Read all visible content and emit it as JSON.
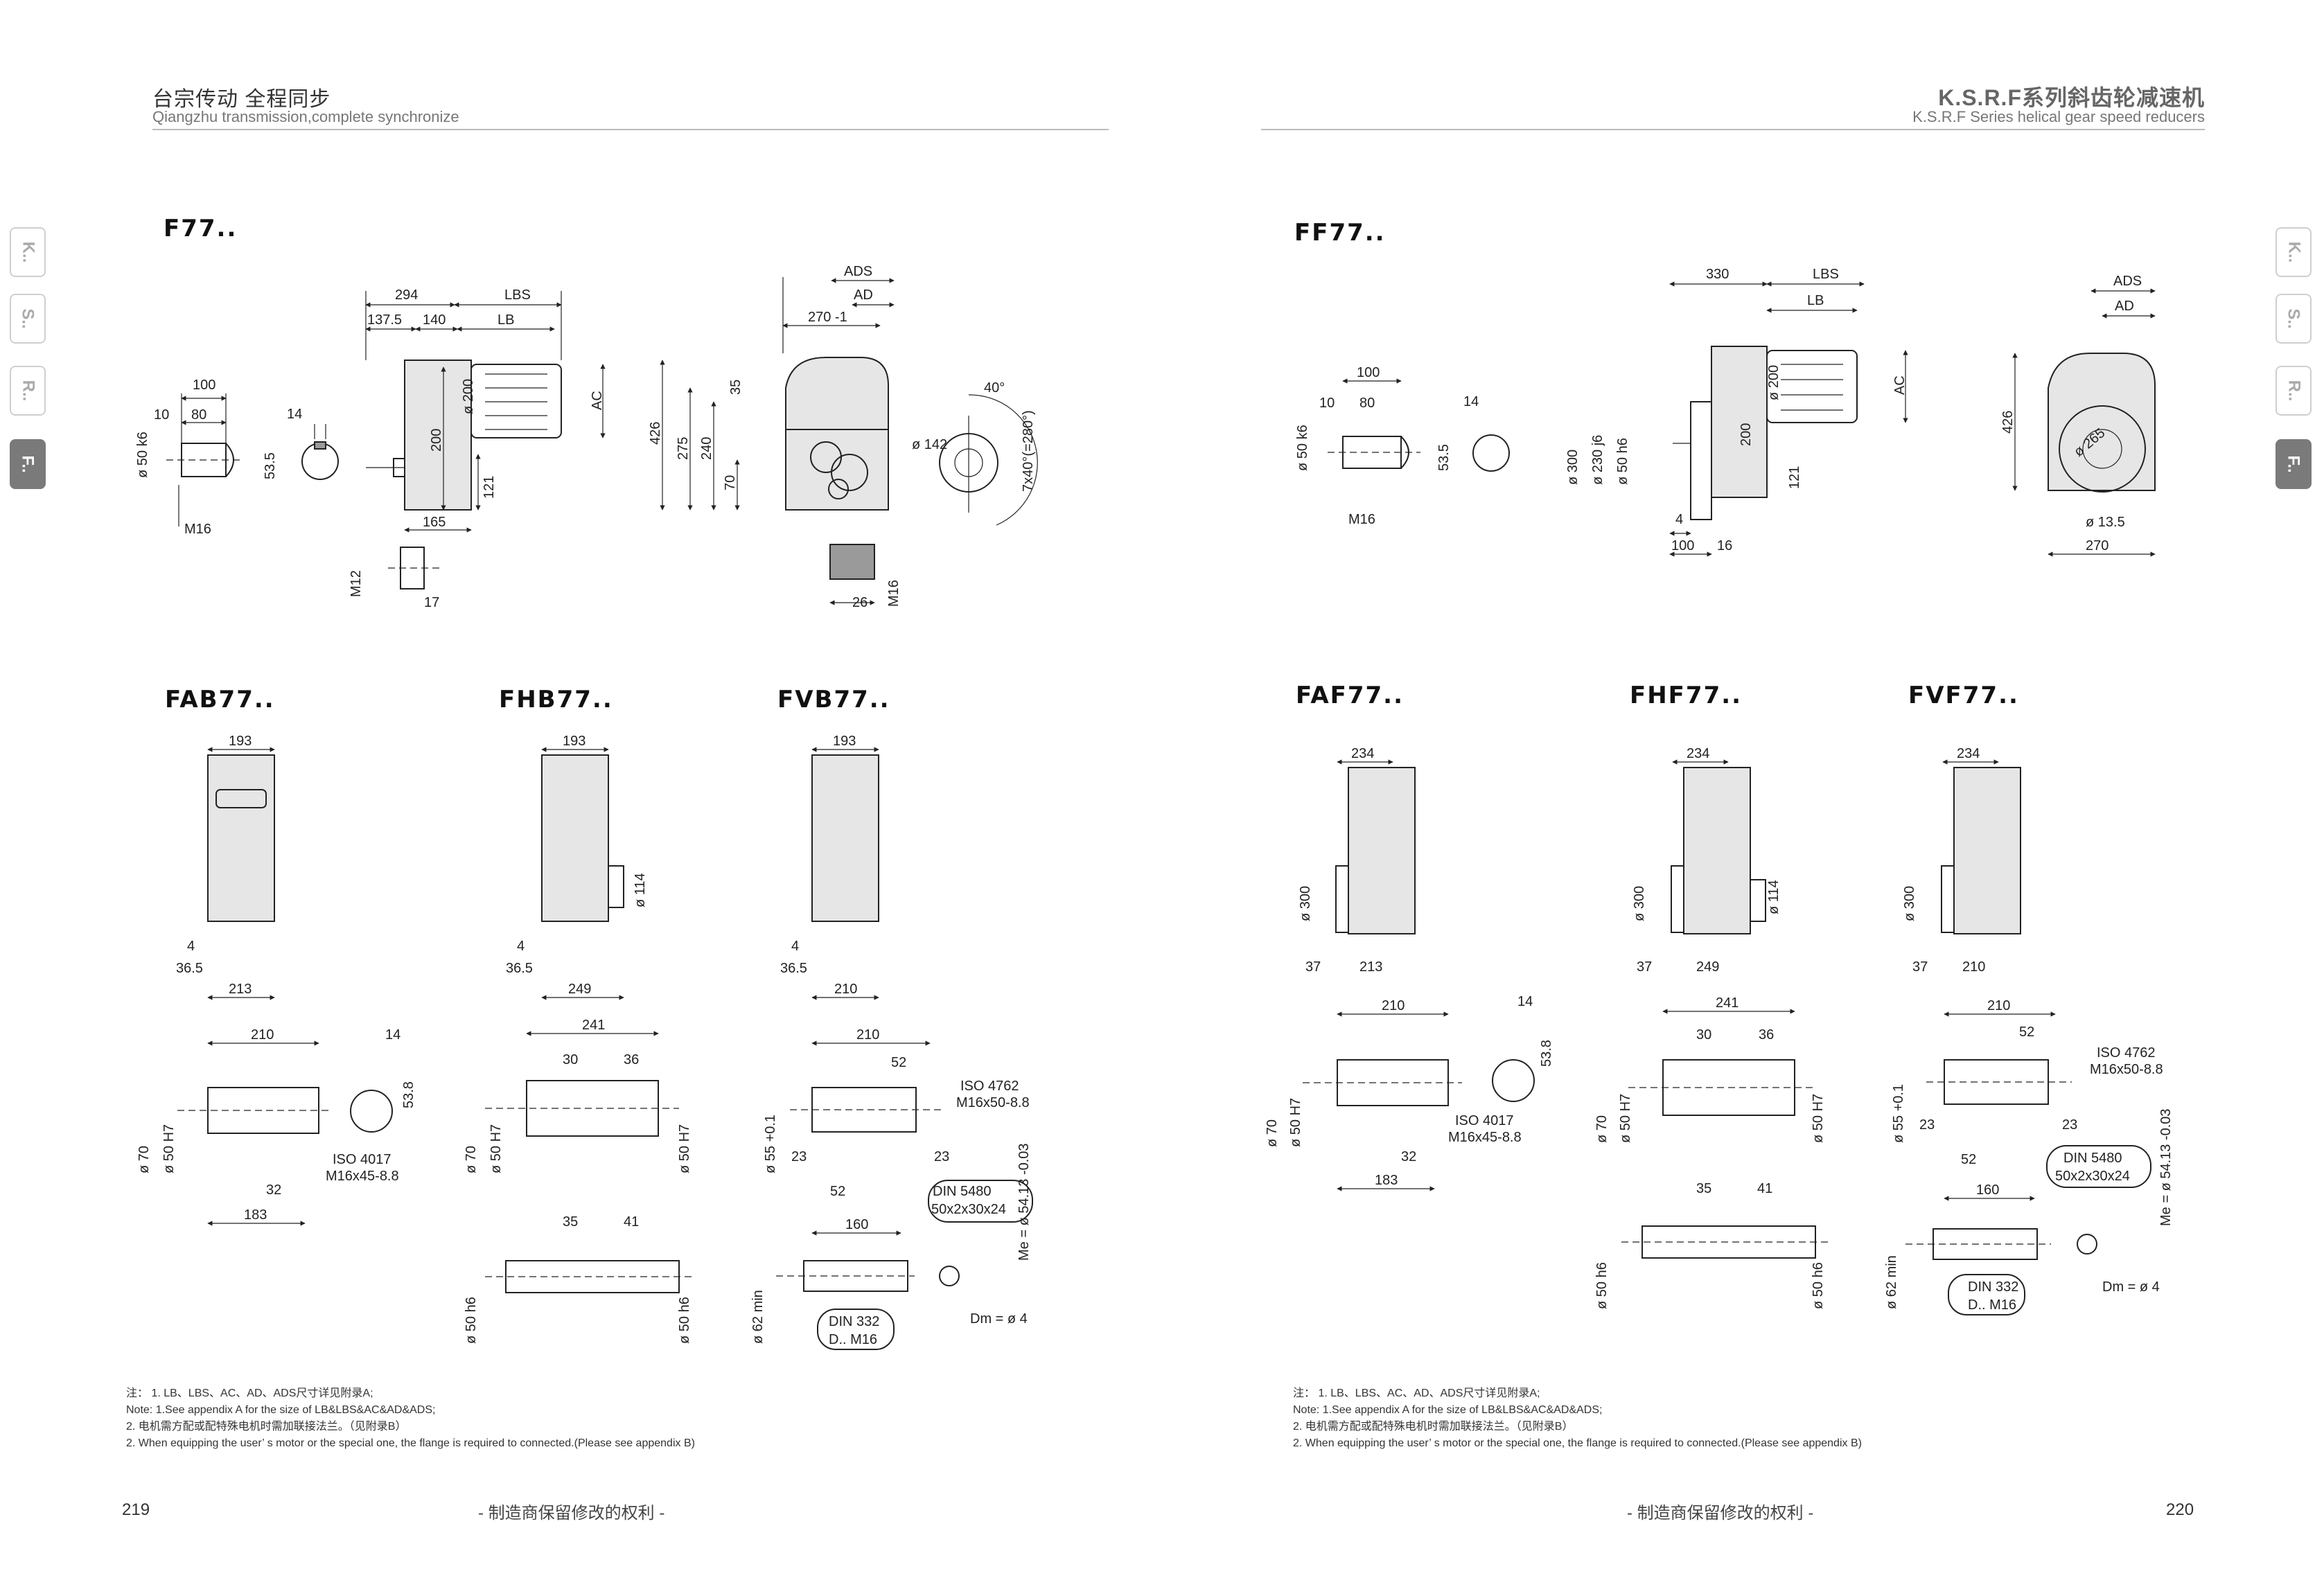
{
  "header": {
    "left_cn": "台宗传动  全程同步",
    "left_en": "Qiangzhu transmission,complete synchronize",
    "right_cn": "K.S.R.F系列斜齿轮减速机",
    "right_en": "K.S.R.F Series helical gear speed reducers"
  },
  "side_tabs": [
    {
      "label": "K..",
      "active": false
    },
    {
      "label": "S..",
      "active": false
    },
    {
      "label": "R..",
      "active": false
    },
    {
      "label": "F..",
      "active": true
    }
  ],
  "models": {
    "f77": "F77..",
    "ff77": "FF77..",
    "fab77": "FAB77..",
    "fhb77": "FHB77..",
    "fvb77": "FVB77..",
    "faf77": "FAF77..",
    "fhf77": "FHF77..",
    "fvf77": "FVF77.."
  },
  "dims": {
    "d294": "294",
    "d137_5": "137.5",
    "d140": "140",
    "lbs": "LBS",
    "lb": "LB",
    "ac": "AC",
    "ads": "ADS",
    "ad": "AD",
    "d100": "100",
    "d10": "10",
    "d80": "80",
    "d14": "14",
    "d53_5": "53.5",
    "d50k6": "ø 50 k6",
    "m16": "M16",
    "d200": "200",
    "d200phi": "ø 200",
    "d121": "121",
    "d165": "165",
    "m12": "M12",
    "d17": "17",
    "d270_1": "270 -1",
    "d426": "426",
    "d275": "275",
    "d240": "240",
    "d70": "70",
    "d35": "35",
    "d26": "26",
    "d142": "ø 142",
    "d40": "40°",
    "d7x40": "7x40°(=280°)",
    "d330": "330",
    "d300": "ø 300",
    "d230": "ø 230 j6",
    "d50h6": "ø 50 h6",
    "d4": "4",
    "d16": "16",
    "d265": "ø 265",
    "d13_5": "ø 13.5",
    "d270": "270",
    "d193": "193",
    "d234": "234",
    "d36_5": "36.5",
    "d37": "37",
    "d213": "213",
    "d249": "249",
    "d210": "210",
    "d114": "ø 114",
    "d241": "241",
    "d30": "30",
    "d36": "36",
    "d41": "41",
    "d52": "52",
    "d23": "23",
    "d160": "160",
    "d183": "183",
    "d32": "32",
    "d53_8": "53.8",
    "d70phi": "ø 70",
    "d50H7": "ø 50 H7",
    "d55": "ø 55 +0.1",
    "d62": "ø 62 min",
    "me": "Me = ø 54.13 -0.03",
    "dm": "Dm = ø 4",
    "iso4017": "ISO 4017",
    "iso4017b": "M16x45-8.8",
    "iso4762": "ISO 4762",
    "iso4762b": "M16x50-8.8",
    "din5480": "DIN 5480",
    "din5480b": "50x2x30x24",
    "din332": "DIN 332",
    "din332b": "D.. M16"
  },
  "notes": [
    "注：   1. LB、LBS、AC、AD、ADS尺寸详见附录A;",
    "Note: 1.See appendix A for the size of LB&LBS&AC&AD&ADS;",
    "          2. 电机需方配或配特殊电机时需加联接法兰。（见附录B）",
    "          2. When equipping the user’ s motor or the special one, the flange is required to connected.(Please see appendix B)"
  ],
  "footer": {
    "left_page": "219",
    "right_page": "220",
    "rights": "- 制造商保留修改的权利 -"
  }
}
